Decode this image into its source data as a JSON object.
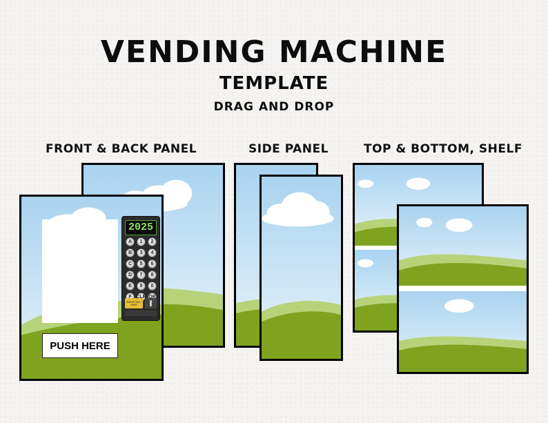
{
  "header": {
    "title": "VENDING MACHINE",
    "subtitle": "TEMPLATE",
    "tagline": "DRAG AND DROP"
  },
  "sections": {
    "front_back": "FRONT & BACK PANEL",
    "side": "SIDE PANEL",
    "top_bottom": "TOP & BOTTOM, SHELF"
  },
  "front_panel": {
    "year_display": "2025",
    "push_button": "PUSH HERE",
    "keypad_keys": [
      "A",
      "1",
      "2",
      "B",
      "3",
      "4",
      "C",
      "5",
      "6",
      "D",
      "7",
      "8",
      "E",
      "9",
      "0",
      "F",
      "CLR",
      "OK"
    ],
    "bill_slot": "INSERT BILL HERE"
  },
  "colors": {
    "sky_top": "#a9d3ef",
    "sky_bottom": "#e6f2fb",
    "hill_light": "#b7d37a",
    "hill_dark": "#7fa31f",
    "border": "#000000"
  }
}
